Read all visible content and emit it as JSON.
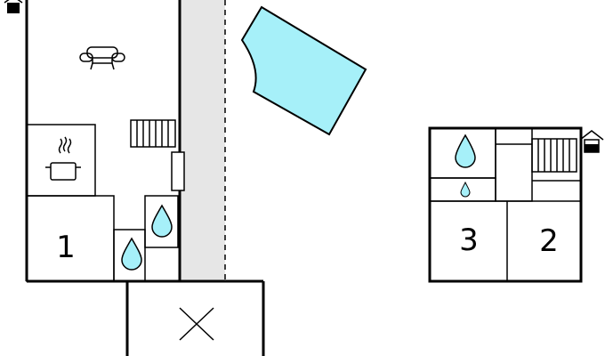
{
  "rooms": {
    "left_bedroom_number": "1",
    "right_bedroom_one_number": "3",
    "right_bedroom_two_number": "2"
  },
  "icons": {
    "sofa": "sofa-icon",
    "kitchen": "cooking-pot-icon",
    "stairs": "stairs-icon",
    "water": "water-drop-icon",
    "entrance": "house-entrance-icon",
    "cross": "cross-icon"
  },
  "colors": {
    "wall": "#000000",
    "pool": "#a6f0f9",
    "water_drop": "#a6f0f9",
    "terrace": "#e6e6e6",
    "background": "#ffffff"
  }
}
